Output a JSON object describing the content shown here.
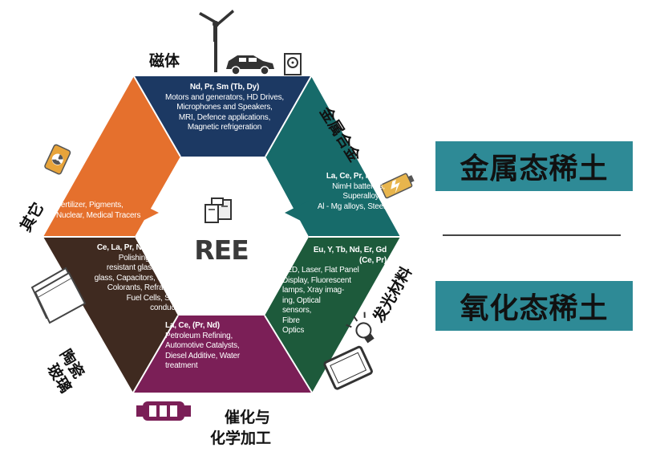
{
  "center": {
    "label": "REE"
  },
  "segments": {
    "magnets": {
      "heading": "Nd, Pr, Sm (Tb, Dy)",
      "body": "Motors and generators, HD Drives,\nMicrophones and Speakers,\nMRI, Defence applications,\nMagnetic refrigeration",
      "label_cn": "磁体"
    },
    "alloys": {
      "heading": "La, Ce, Pr, Nd, Y",
      "body": "NimH batteries,\nSuperalloys,\nAl - Mg alloys, Steel",
      "label_cn": "金属合金"
    },
    "phosphors": {
      "heading": "Eu, Y, Tb, Nd, Er, Gd\n(Ce, Pr)",
      "body": "LED, Laser, Flat Panel\nDisplay, Fluorescent\nlamps, Xray imag-\ning, Optical\nsensors,\nFibre\nOptics",
      "label_cn": "发光材料"
    },
    "catalysts": {
      "heading": "La, Ce, (Pr, Nd)",
      "body": "Petroleum Refining,\nAutomotive Catalysts,\nDiesel Additive, Water\ntreatment",
      "label_cn_line1": "催化与",
      "label_cn_line2": "化学加工"
    },
    "ceramics": {
      "heading": "Ce, La, Pr, Nd, Gd, Er, Ho",
      "body": "Polishing media, UV\nresistant glass, Thermal\nglass, Capacitors, Sensors,\nColorants, Refractories,\nFuel Cells, Super-\nconductors",
      "label_cn_line1": "陶瓷",
      "label_cn_line2": "玻璃"
    },
    "other": {
      "body": "Fertilizer, Pigments,\nNuclear, Medical Tracers",
      "label_cn": "其它"
    }
  },
  "right_panel": {
    "top_box": "金属态稀土",
    "bottom_box": "氧化态稀土"
  },
  "colors": {
    "magnets": "#1c3963",
    "alloys": "#176b6a",
    "phosphors": "#1d5a3b",
    "catalysts": "#7b1f57",
    "ceramics": "#3f2a20",
    "other": "#e5702d",
    "box": "#2e8a96"
  },
  "icons": [
    "wind-turbine-icon",
    "car-icon",
    "hard-drive-icon",
    "battery-icon",
    "lamp-icon",
    "display-icon",
    "catalyst-converter-icon",
    "glass-pane-icon",
    "radiation-barrel-icon",
    "magnet-icon"
  ]
}
